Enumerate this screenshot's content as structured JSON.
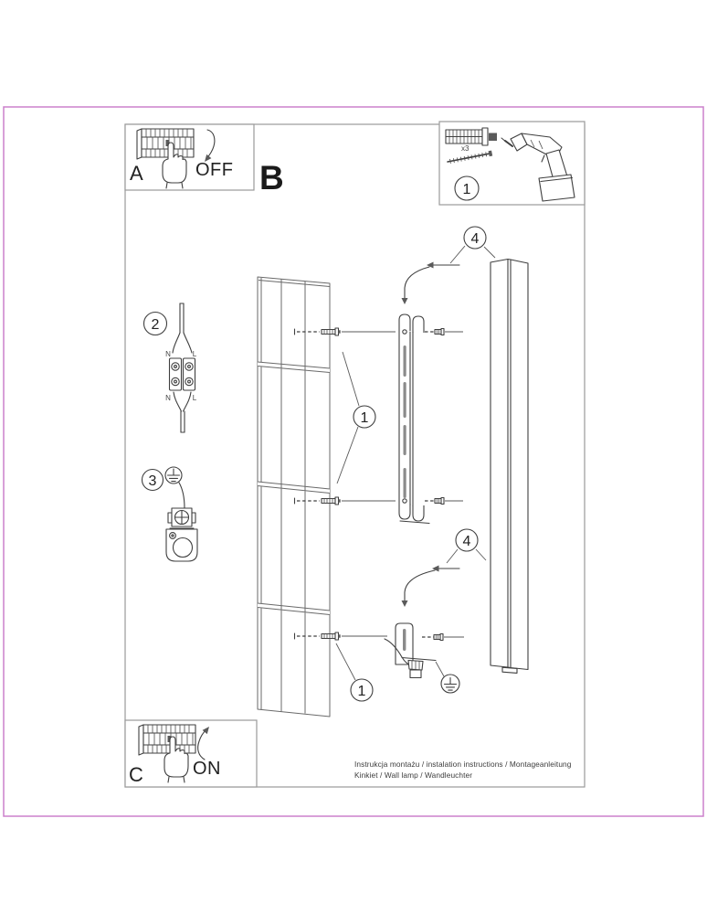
{
  "document": {
    "panel_a": {
      "letter": "A",
      "switch_state": "OFF"
    },
    "panel_c": {
      "letter": "C",
      "switch_state": "ON"
    },
    "section_letter": "B",
    "parts_box": {
      "step": "1",
      "anchor_quantity": "x3"
    },
    "steps": {
      "wiring": "2",
      "ground": "3",
      "screws_mid": "1",
      "screws_bottom": "1",
      "hang_top": "4",
      "hang_bottom": "4"
    },
    "wiring_labels": {
      "n_top": "N",
      "l_top": "L",
      "n_bottom": "N",
      "l_bottom": "L"
    },
    "footer": {
      "line1": "Instrukcja montażu / instalation instructions / Montageanleitung",
      "line2": "Kinkiet / Wall lamp / Wandleuchter"
    },
    "colors": {
      "line": "#3f3f3f",
      "wall_panel_line": "#6a6a6a",
      "frame": "#9a9a9a",
      "page_border_pink": "#cc80cc",
      "slot_fill": "#8a8a8a"
    }
  }
}
